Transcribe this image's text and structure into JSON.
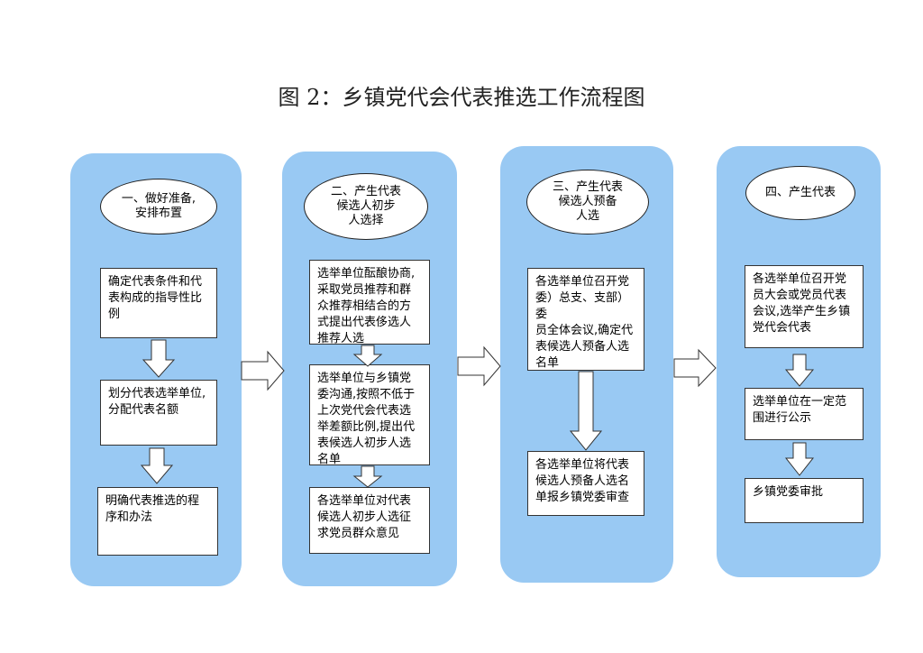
{
  "title": "图 2：乡镇党代会代表推选工作流程图",
  "steps": [
    {
      "heading": "一、做好准备,\n安排布置",
      "boxes": [
        "确定代表条件和代\n表构成的指导性比\n例",
        "划分代表选举单位,\n分配代表名额",
        "明确代表推选的程\n序和办法"
      ]
    },
    {
      "heading": "二、产生代表\n候选人初步\n人选择",
      "boxes": [
        "选举单位酝酿协商,\n采取党员推荐和群\n众推荐相结合的方\n式提出代表侈选人\n推荐人选",
        "选举单位与乡镇党\n委沟通,按照不低于\n上次党代会代表选\n举差额比例,提出代\n表候选人初步人选\n名单",
        "各选举单位对代表\n候选人初步人选征\n求党员群众意见"
      ]
    },
    {
      "heading": "三、产生代表\n候选人预备\n人选",
      "boxes": [
        "各选举单位召开党\n委）总支、支部）委\n员全体会议,确定代\n表候选人预备人选\n名单",
        "各选举单位将代表\n候选人预备人选名\n单报乡镇党委审查"
      ]
    },
    {
      "heading": "四、产生代表",
      "boxes": [
        "各选举单位召开党\n员大会或党员代表\n会议,选举产生乡镇\n党代会代表",
        "选举单位在一定范\n围进行公示",
        "乡镇党委审批"
      ]
    }
  ],
  "colors": {
    "column_fill": "#99c9f3",
    "box_fill": "#ffffff",
    "stroke": "#333333"
  }
}
